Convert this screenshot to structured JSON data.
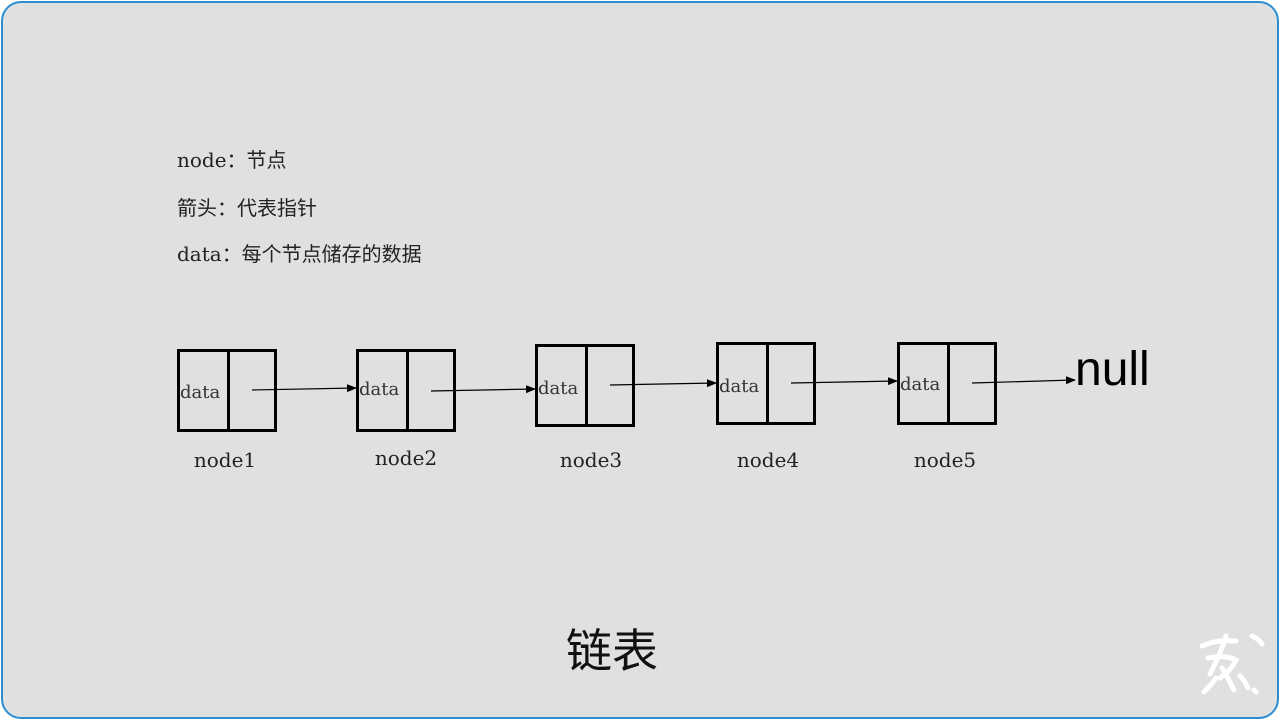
{
  "legend": {
    "line1": "node：节点",
    "line2": "箭头：代表指针",
    "line3": "data：每个节点储存的数据"
  },
  "nodes": [
    {
      "data_label": "data",
      "name": "node1"
    },
    {
      "data_label": "data",
      "name": "node2"
    },
    {
      "data_label": "data",
      "name": "node3"
    },
    {
      "data_label": "data",
      "name": "node4"
    },
    {
      "data_label": "data",
      "name": "node5"
    }
  ],
  "terminal": "null",
  "title": "链表",
  "colors": {
    "background": "#e0e0e0",
    "border": "#2a8fd2",
    "stroke": "#000000"
  },
  "logo_icon": "brush-logo-icon"
}
